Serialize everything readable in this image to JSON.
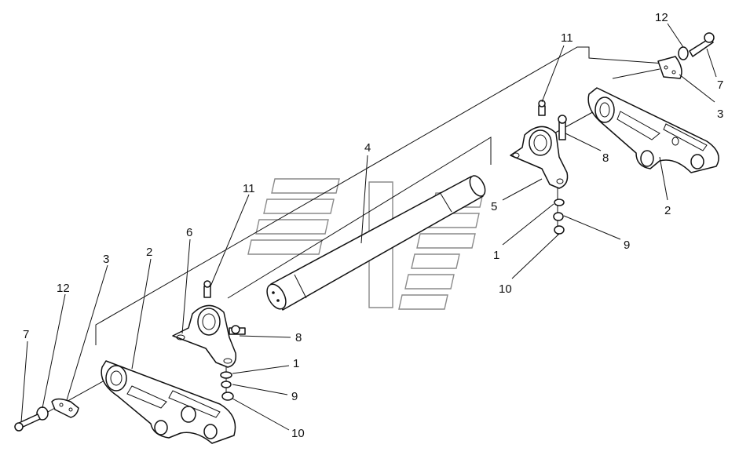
{
  "diagram": {
    "callouts": [
      {
        "id": "c-11-top",
        "text": "11"
      },
      {
        "id": "c-12-top",
        "text": "12"
      },
      {
        "id": "c-7-top",
        "text": "7"
      },
      {
        "id": "c-3-top",
        "text": "3"
      },
      {
        "id": "c-8-top",
        "text": "8"
      },
      {
        "id": "c-2-right",
        "text": "2"
      },
      {
        "id": "c-4",
        "text": "4"
      },
      {
        "id": "c-5",
        "text": "5"
      },
      {
        "id": "c-1-right",
        "text": "1"
      },
      {
        "id": "c-9-right",
        "text": "9"
      },
      {
        "id": "c-10-right",
        "text": "10"
      },
      {
        "id": "c-11-left",
        "text": "11"
      },
      {
        "id": "c-6",
        "text": "6"
      },
      {
        "id": "c-2-left",
        "text": "2"
      },
      {
        "id": "c-3-left",
        "text": "3"
      },
      {
        "id": "c-12-left",
        "text": "12"
      },
      {
        "id": "c-7-left",
        "text": "7"
      },
      {
        "id": "c-8-left",
        "text": "8"
      },
      {
        "id": "c-1-left",
        "text": "1"
      },
      {
        "id": "c-9-left",
        "text": "9"
      },
      {
        "id": "c-10-left",
        "text": "10"
      }
    ]
  }
}
